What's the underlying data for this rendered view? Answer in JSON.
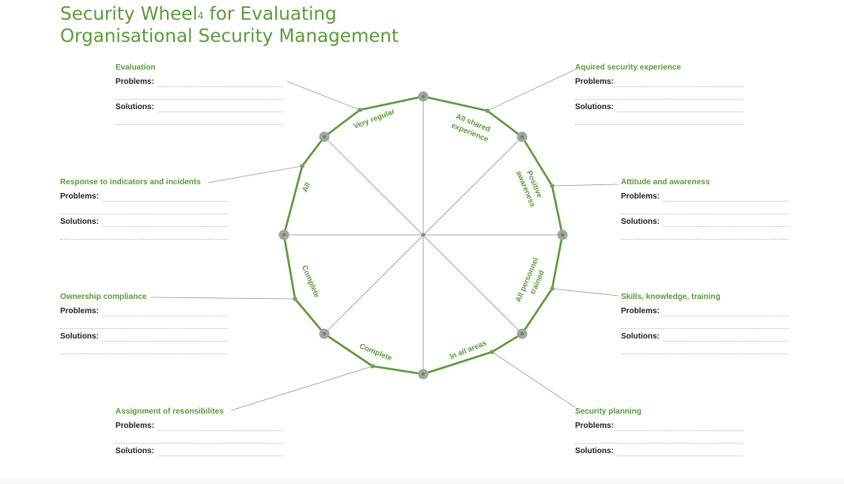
{
  "title": {
    "line1": "Security Wheel",
    "superscript": "4",
    "line1_rest": " for Evaluating",
    "line2": "Organisational Security Management"
  },
  "labels": {
    "problems": "Problems:",
    "solutions": "Solutions:"
  },
  "categories": [
    "Evaluation",
    "Aquired security experience",
    "Response to indicators and incidents",
    "Attitude and awareness",
    "Ownership compliance",
    "Skills, knowledge, training",
    "Assignment of resonsibilites",
    "Security planning"
  ],
  "wheel_labels": [
    "Very regular",
    "All shared",
    "experience",
    "Positive",
    "awareness",
    "All personnel",
    "trained",
    "In all areas",
    "Complete",
    "Complete",
    "All"
  ],
  "colors": {
    "accent": "#5a9b3a",
    "node": "#9a9a9a",
    "spoke": "#8c8c8c"
  }
}
